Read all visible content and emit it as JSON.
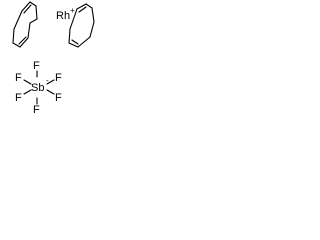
{
  "structure": {
    "metal_label": "Rh",
    "metal_charge": "+",
    "anion_center": "Sb",
    "anion_charge": "-",
    "fluorine_label": "F",
    "ligands": [
      "cycloocta-1,5-diene",
      "cycloocta-1,5-diene"
    ],
    "colors": {
      "bond": "#000000",
      "text": "#000000",
      "background": "#ffffff"
    }
  }
}
